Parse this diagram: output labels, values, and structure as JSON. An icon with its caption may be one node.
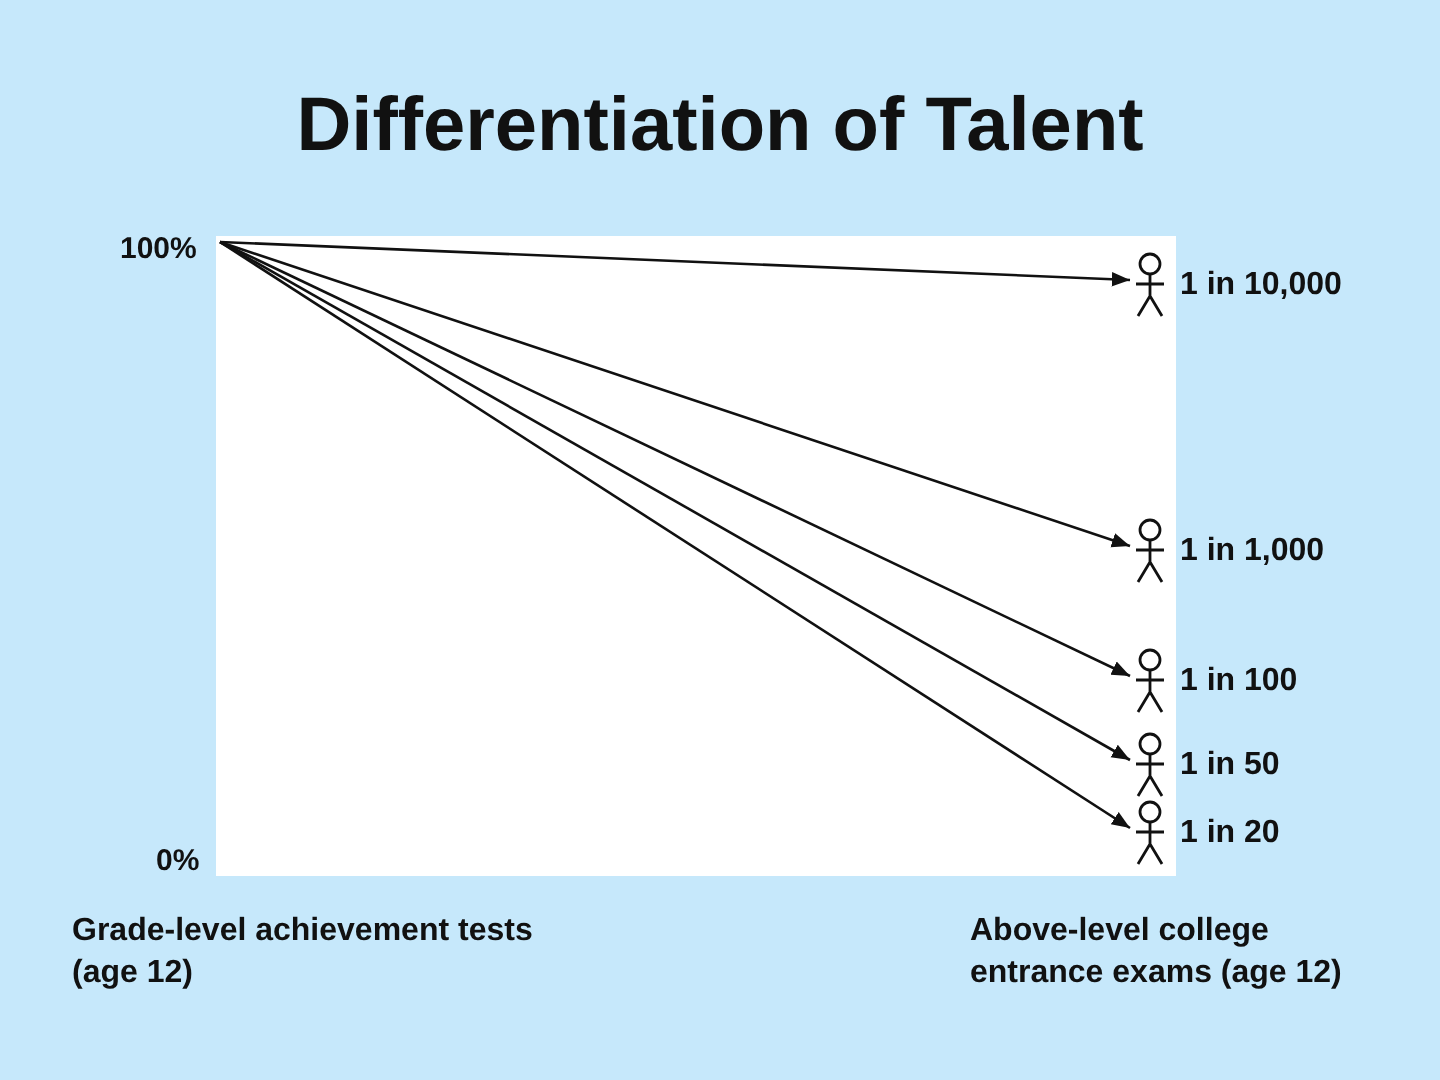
{
  "diagram": {
    "title": "Differentiation of Talent",
    "nodes": [
      {
        "text": [],
        "shape": "person",
        "beside": [
          "1 in 10,000"
        ]
      },
      {
        "text": [],
        "shape": "person",
        "beside": [
          "1 in 1,000"
        ]
      },
      {
        "text": [],
        "shape": "person",
        "beside": [
          "1 in 100"
        ]
      },
      {
        "text": [],
        "shape": "person",
        "beside": [
          "1 in 50"
        ]
      },
      {
        "text": [],
        "shape": "person",
        "beside": [
          "1 in 20"
        ]
      }
    ],
    "edges": [
      {
        "from": null,
        "to": 0,
        "arrow": "to"
      },
      {
        "from": null,
        "to": 1,
        "arrow": "to"
      },
      {
        "from": null,
        "to": 2,
        "arrow": "to"
      },
      {
        "from": null,
        "to": 3,
        "arrow": "to"
      },
      {
        "from": null,
        "to": 4,
        "arrow": "to"
      }
    ],
    "labels": [
      "100%",
      "0%",
      "Grade-level achievement tests (age 12)",
      "Above-level college entrance exams (age 12)"
    ]
  }
}
